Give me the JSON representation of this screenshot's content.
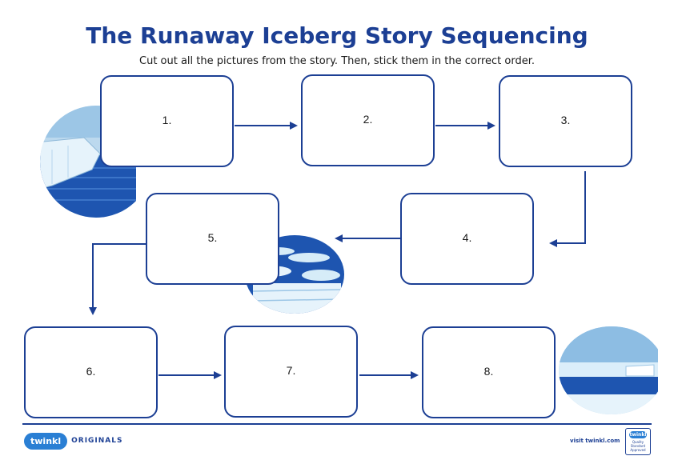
{
  "header": {
    "title": "The Runaway Iceberg Story Sequencing",
    "instructions": "Cut out all the pictures from the story. Then, stick them in the correct order."
  },
  "boxes": [
    {
      "label": "1."
    },
    {
      "label": "2."
    },
    {
      "label": "3."
    },
    {
      "label": "4."
    },
    {
      "label": "5."
    },
    {
      "label": "6."
    },
    {
      "label": "7."
    },
    {
      "label": "8."
    }
  ],
  "footer": {
    "brand": "twinkl",
    "brand_line": "ORIGINALS",
    "visit": "visit twinkl.com",
    "badge_brand": "twinkl",
    "badge_text": "Quality Standard Approved"
  },
  "colors": {
    "primary": "#1c3f94",
    "accent": "#2a7fd4",
    "ice": "#cfe6f5",
    "sea": "#1e55b0"
  },
  "icons": [
    "iceberg-illustration",
    "ice-floes-illustration",
    "sea-ice-illustration"
  ]
}
